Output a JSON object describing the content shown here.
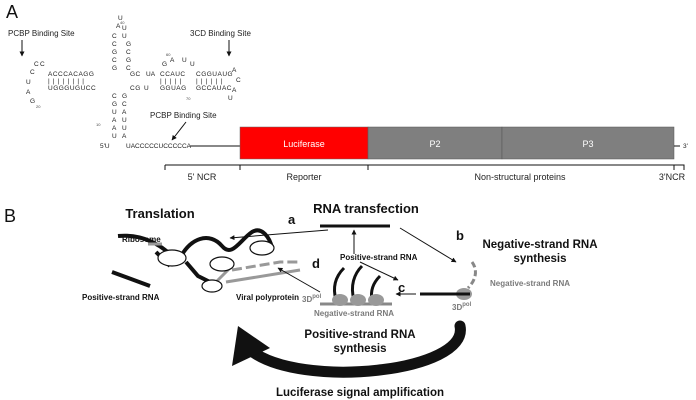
{
  "panel_a": {
    "label": "A",
    "pcbp_site_left": "PCBP Binding Site",
    "cd3_site": "3CD Binding Site",
    "pcbp_site_bottom": "PCBP Binding Site",
    "five_prime": "5'U",
    "three_prime_end": "3'",
    "poly_c_tract": "UACCCCCUCCCCCA",
    "segments": {
      "luciferase": "Luciferase",
      "p2": "P2",
      "p3": "P3"
    },
    "regions": {
      "five_ncr": "5' NCR",
      "reporter": "Reporter",
      "nonstructural": "Non-structural proteins",
      "three_ncr": "3'NCR"
    },
    "colors": {
      "luciferase": "#ff0000",
      "p2_p3": "#7f7f7f"
    }
  },
  "panel_b": {
    "label": "B",
    "rna_transfection": "RNA transfection",
    "translation": "Translation",
    "ribosome": "Ribosome",
    "positive_strand_rna_left": "Positive-strand RNA",
    "viral_polyprotein": "Viral polyprotein",
    "positive_strand_rna_center": "Positive-strand RNA",
    "negative_strand_synthesis": [
      "Negative-strand RNA",
      "synthesis"
    ],
    "negative_strand_rna_right": "Negative-strand RNA",
    "negative_strand_rna_center": "Negative-strand RNA",
    "polymerase_base": "3D",
    "polymerase_sup": "pol",
    "positive_strand_synthesis": [
      "Positive-strand RNA",
      "synthesis"
    ],
    "amplification": "Luciferase signal amplification",
    "steps": {
      "a": "a",
      "b": "b",
      "c": "c",
      "d": "d"
    }
  }
}
